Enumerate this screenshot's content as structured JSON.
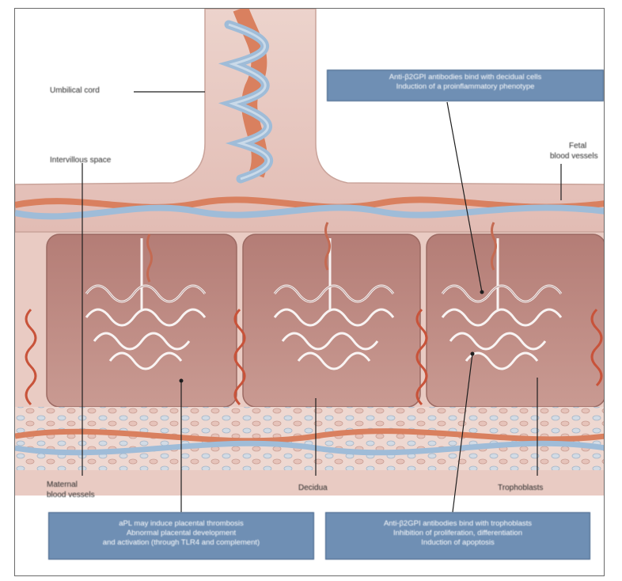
{
  "labels": {
    "umbilical_cord": "Umbilical cord",
    "intervillous_space": "Intervillous space",
    "fetal_blood_vessels_l1": "Fetal",
    "fetal_blood_vessels_l2": "blood vessels",
    "maternal_blood_vessels_l1": "Maternal",
    "maternal_blood_vessels_l2": "blood vessels",
    "decidua": "Decidua",
    "trophoblasts": "Trophoblasts"
  },
  "callouts": {
    "top_right": {
      "line1": "Anti-β2GPI antibodies bind with decidual cells",
      "line2": "Induction of a proinflammatory phenotype"
    },
    "bottom_left": {
      "line1": "aPL may induce placental thrombosis",
      "line2": "Abnormal placental development",
      "line3": "and activation (through TLR4 and complement)"
    },
    "bottom_right": {
      "line1": "Anti-β2GPI antibodies bind with trophoblasts",
      "line2": "Inhibition of proliferation, differentiation",
      "line3": "Induction of apoptosis"
    }
  },
  "colors": {
    "cord": "#e7c9c2",
    "artery": "#d9805f",
    "vein": "#9fbcd8",
    "decidua": "#b98680",
    "callout_fill": "#6f8fb4"
  }
}
